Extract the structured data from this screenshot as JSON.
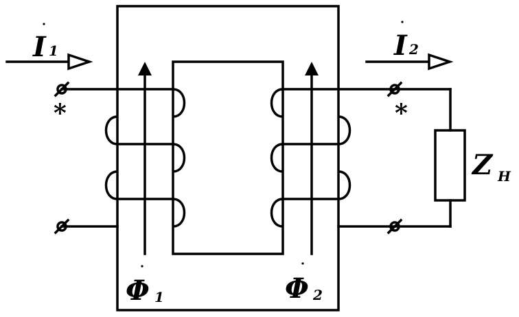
{
  "labels": {
    "i1_main": "I",
    "i1_sub": "1",
    "i2_main": "I",
    "i2_sub": "2",
    "phi1_main": "Φ",
    "phi1_sub": "1",
    "phi2_main": "Φ",
    "phi2_sub": "2",
    "z_main": "Z",
    "z_sub": "Н",
    "star_primary": "*",
    "star_secondary": "*"
  },
  "colors": {
    "ink": "#000000",
    "background": "#ffffff"
  }
}
